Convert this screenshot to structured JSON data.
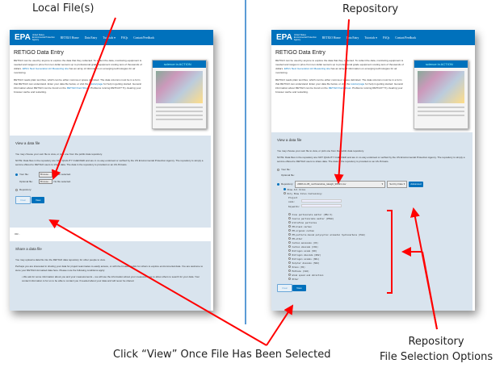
{
  "annotations": {
    "local": "Local File(s)",
    "repository": "Repository",
    "click_view": "Click “View” Once File Has Been Selected",
    "options_line1": "Repository",
    "options_line2": "File Selection Options"
  },
  "header": {
    "logo": "EPA",
    "agency": "United States Environmental Protection Agency",
    "nav": [
      "RETIGO Home",
      "Data Entry",
      "Tutorials ▾",
      "FAQs",
      "Contact/Feedback"
    ]
  },
  "page": {
    "title": "RETIGO Data Entry",
    "p1": "RETIGO can be used by anyone to explore the data that they collected. To collect the data, monitoring equipment is needed and ranges in price from ten dollar sensors up to professional grade equipment costing tens of thousands of dollars.",
    "p1_link": "EPA's Next Generation Air Measuring site",
    "p1_end": " has an array of information on emerging technologies for air monitoring.",
    "p2": "RETIGO reads plain text files, which can be either comma or space delimited. The data columns must be in a form that RETIGO can understand. Enter your data file below, or visit the ",
    "p2_link1": "tutorial page",
    "p2_mid": " for help in getting started. General information about RETIGO can be found on the ",
    "p2_link2": "RETIGO Fact Sheet",
    "p2_end": ". Problems running RETIGO? Try clearing your browser cache and restarting.",
    "science": "science in ACTION"
  },
  "view": {
    "heading": "View a data file",
    "intro": "You may choose your own file to view, or pick one from the public data repository.",
    "note": "NOTE: Data files in the repository are NOT QUALITY CHECKED and are in no way endorsed or verified by the US Environmental Protection Agency. The repository is simply a service offered to RETIGO users to share data. The data in the repository is provided on an AS-IS basis.",
    "your_file": "Your file:",
    "optional_file": "Optional file:",
    "browse": "Browse...",
    "no_file": "No file selected.",
    "repository": "Repository:",
    "clear": "Clear",
    "view": "View"
  },
  "or": "OR...",
  "share": {
    "heading": "Share a data file",
    "p1": "You may upload a data file into the RETIGO data repository for other people to view.",
    "p2": "Perhaps you are interested in sharing your data for project teammates to easily access, or with the broader public for others to explore environmental data. You are welcome to store your RETIGO-formatted data here. Please note the following conditions apply:",
    "bullet": "We ask for some information about you and your measurements – we will use the information about your measurements to allow others to search for your data. Your contact information is for us to be able to contact you if needed about your data and will never be shared."
  },
  "repo": {
    "file": "2008-11-05_northcarolina_raleigh_96691.csv",
    "sort": "Sort by Date",
    "advanced": "Advanced",
    "show_all": "Show All Files",
    "only_show": "Only Show Files Containing:",
    "project_code": "Project code:",
    "keywords": "Keywords:",
    "pollutants": [
      "Fine particulate matter (PM2.5)",
      "Coarse particulate matter (PM10)",
      "Ultrafine particles",
      "PM-black carbon",
      "PM-organic carbon",
      "PM-particle-bound polycyclic aromatic hydrocarbons (PAH)",
      "PM-other",
      "Carbon monoxide (CO)",
      "Carbon dioxide (CO2)",
      "Nitrogen oxide (NO)",
      "Nitrogen dioxide (NO2)",
      "Nitrogen oxides (NOx)",
      "Sulphur dioxide (SO2)",
      "Ozone (O3)",
      "Methane (CH4)",
      "Wind speed and direction",
      "Other"
    ]
  },
  "colors": {
    "brand": "#0071bc",
    "annotation": "#ff0000",
    "box": "#d9e4ee"
  }
}
